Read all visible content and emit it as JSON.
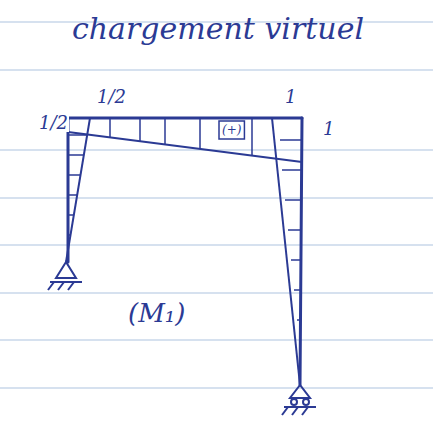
{
  "diagram": {
    "title": "chargement virtuel",
    "labels": [
      "1/2",
      "1/2",
      "1",
      "1",
      "(+)",
      "(M₁)"
    ]
  }
}
